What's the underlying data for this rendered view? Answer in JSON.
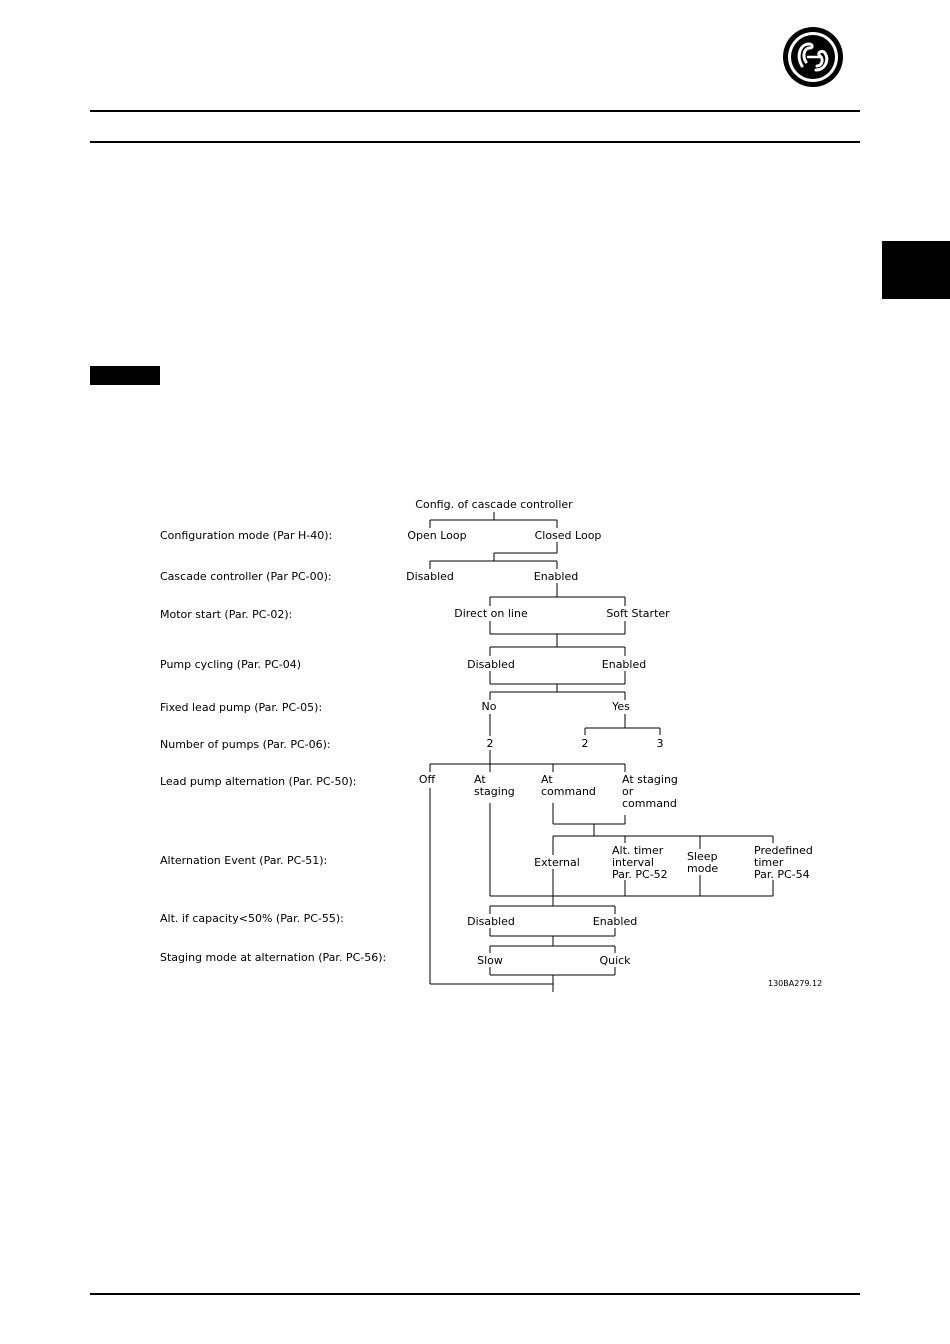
{
  "diagram": {
    "title": "Config. of cascade controller",
    "row_labels": {
      "configuration_mode": "Configuration mode (Par H-40):",
      "cascade_controller": "Cascade controller (Par PC-00):",
      "motor_start": "Motor start (Par. PC-02):",
      "pump_cycling": "Pump cycling (Par. PC-04)",
      "fixed_lead_pump": "Fixed lead pump (Par. PC-05):",
      "number_of_pumps": "Number of pumps (Par. PC-06):",
      "lead_pump_alternation": "Lead pump alternation (Par. PC-50):",
      "alternation_event": "Alternation Event (Par. PC-51):",
      "alt_if_capacity": "Alt. if capacity<50% (Par. PC-55):",
      "staging_mode": "Staging mode at alternation (Par. PC-56):"
    },
    "nodes": {
      "open_loop": "Open Loop",
      "closed_loop": "Closed Loop",
      "cc_disabled": "Disabled",
      "cc_enabled": "Enabled",
      "direct_on_line": "Direct on line",
      "soft_starter": "Soft Starter",
      "pc_disabled": "Disabled",
      "pc_enabled": "Enabled",
      "no": "No",
      "yes": "Yes",
      "pumps_2a": "2",
      "pumps_2b": "2",
      "pumps_3": "3",
      "off": "Off",
      "at_staging": [
        "At",
        "staging"
      ],
      "at_command": [
        "At",
        "command"
      ],
      "at_staging_or_command": [
        "At staging",
        "or",
        "command"
      ],
      "external": "External",
      "alt_timer_interval": [
        "Alt. timer",
        "interval",
        "Par. PC-52"
      ],
      "sleep_mode": [
        "Sleep",
        "mode"
      ],
      "predefined_timer": [
        "Predefined",
        "timer",
        "Par. PC-54"
      ],
      "cap_disabled": "Disabled",
      "cap_enabled": "Enabled",
      "slow": "Slow",
      "quick": "Quick"
    },
    "figure_code": "130BA279.12"
  }
}
